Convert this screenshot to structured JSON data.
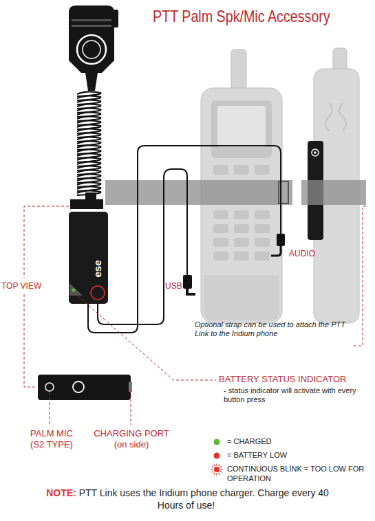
{
  "diagram": {
    "title": "PTT Palm Spk/Mic Accessory",
    "labels": [
      "TOP VIEW",
      "USB",
      "AUDIO",
      "ese",
      "Optional strap can be used to attach the PTT Link to the Iridium phone",
      "BATTERY STATUS INDICATOR",
      "- status indicator will activate with every button press",
      "PALM MIC (S2 TYPE)",
      "CHARGING PORT (on side)",
      "NOTE:",
      "PTT Link uses the Iridium phone charger. Charge every 40 Hours of use!"
    ],
    "legend": [
      {
        "text": "= CHARGED",
        "color": "#5cb83a"
      },
      {
        "text": "= BATTERY LOW",
        "color": "#e2322d"
      },
      {
        "text": "CONTINUOUS BLINK = TOO LOW FOR OPERATION"
      }
    ]
  }
}
